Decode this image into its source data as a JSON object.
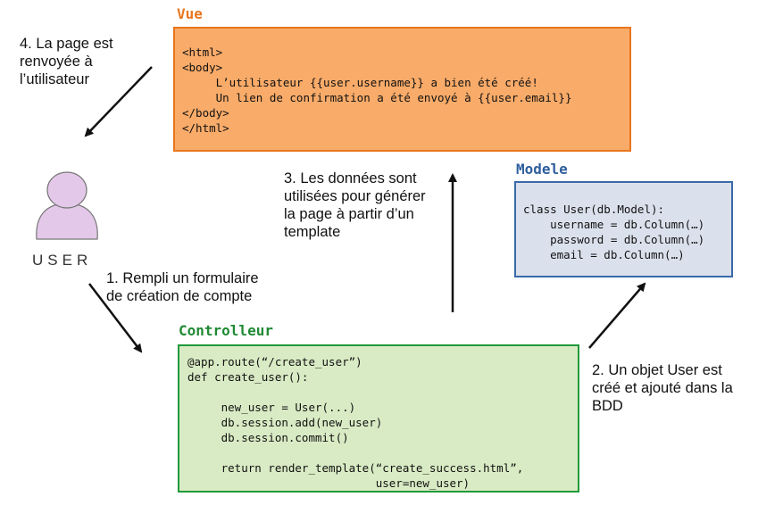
{
  "vue": {
    "title": "Vue",
    "code": "<html>\n<body>\n     L’utilisateur {{user.username}} a bien été créé!\n     Un lien de confirmation a été envoyé à {{user.email}}\n</body>\n</html>"
  },
  "modele": {
    "title": "Modele",
    "code": "class User(db.Model):\n    username = db.Column(…)\n    password = db.Column(…)\n    email = db.Column(…)"
  },
  "controlleur": {
    "title": "Controlleur",
    "code": "@app.route(“/create_user”)\ndef create_user():\n\n     new_user = User(...)\n     db.session.add(new_user)\n     db.session.commit()\n\n     return render_template(“create_success.html”,\n                            user=new_user)"
  },
  "user": {
    "label": "USER"
  },
  "steps": {
    "step1": "1. Rempli un formulaire\nde création de compte",
    "step2": "2. Un objet User est\ncréé et ajouté dans la\nBDD",
    "step3": "3. Les données sont\nutilisées pour générer\nla page à partir d’un\ntemplate",
    "step4": "4. La page est\nrenvoyée à\nl’utilisateur"
  },
  "colors": {
    "vue_fill": "#f9ab69",
    "vue_border": "#e8761e",
    "vue_title": "#e8761e",
    "modele_fill": "#dbe1ec",
    "modele_border": "#3a6aa8",
    "modele_title": "#2f5f9e",
    "ctrl_fill": "#d9ebc4",
    "ctrl_border": "#1f9a3a",
    "ctrl_title": "#1f8a34",
    "user_fill": "#e4c8ea"
  }
}
